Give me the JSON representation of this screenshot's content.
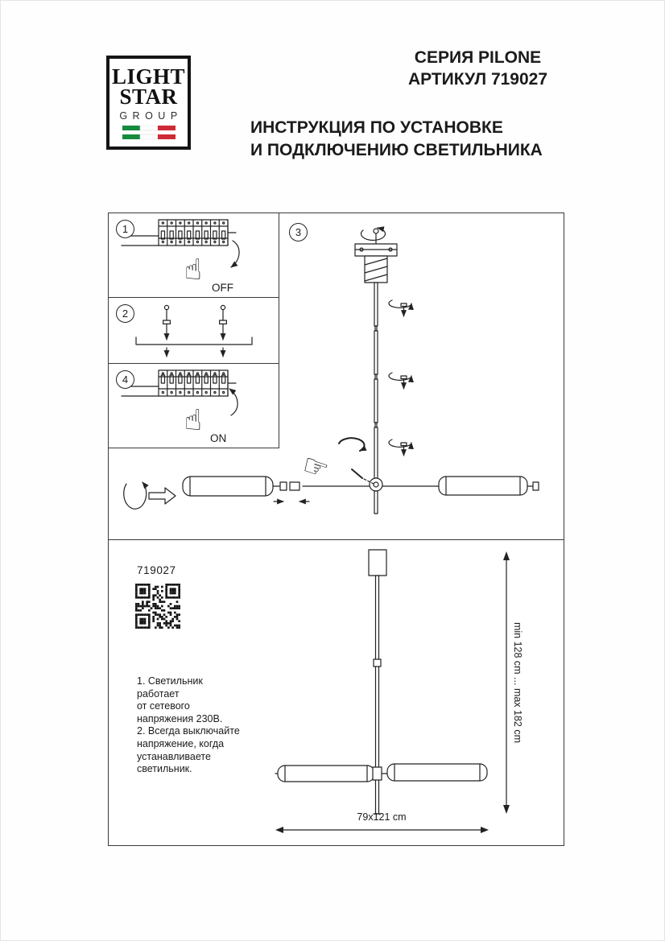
{
  "header": {
    "logo": {
      "line1": "LIGHT",
      "line2": "STAR",
      "line3": "GROUP"
    },
    "series": "СЕРИЯ PILONE",
    "article": "АРТИКУЛ 719027",
    "instruction_line1": "ИНСТРУКЦИЯ ПО УСТАНОВКЕ",
    "instruction_line2": "И ПОДКЛЮЧЕНИЮ СВЕТИЛЬНИКА"
  },
  "steps": {
    "one": {
      "number": "1",
      "label": "OFF"
    },
    "two": {
      "number": "2"
    },
    "three": {
      "number": "3"
    },
    "four": {
      "number": "4",
      "label": "ON"
    }
  },
  "product": {
    "article": "719027"
  },
  "notes": {
    "lines": [
      "1. Светильник",
      "работает",
      "от сетевого",
      "напряжения 230В.",
      "2. Всегда выключайте",
      "напряжение, когда",
      "устанавливаете",
      "светильник."
    ]
  },
  "dimensions": {
    "height_range": "min 128 cm ... max 182 cm",
    "base": "79x121 cm"
  },
  "icons": {
    "hand_up": "☝",
    "hand_point": "☞"
  },
  "colors": {
    "flag_green": "#168a3d",
    "flag_white": "#ffffff",
    "flag_red": "#ce2b37",
    "ink": "#1b1b1b"
  }
}
